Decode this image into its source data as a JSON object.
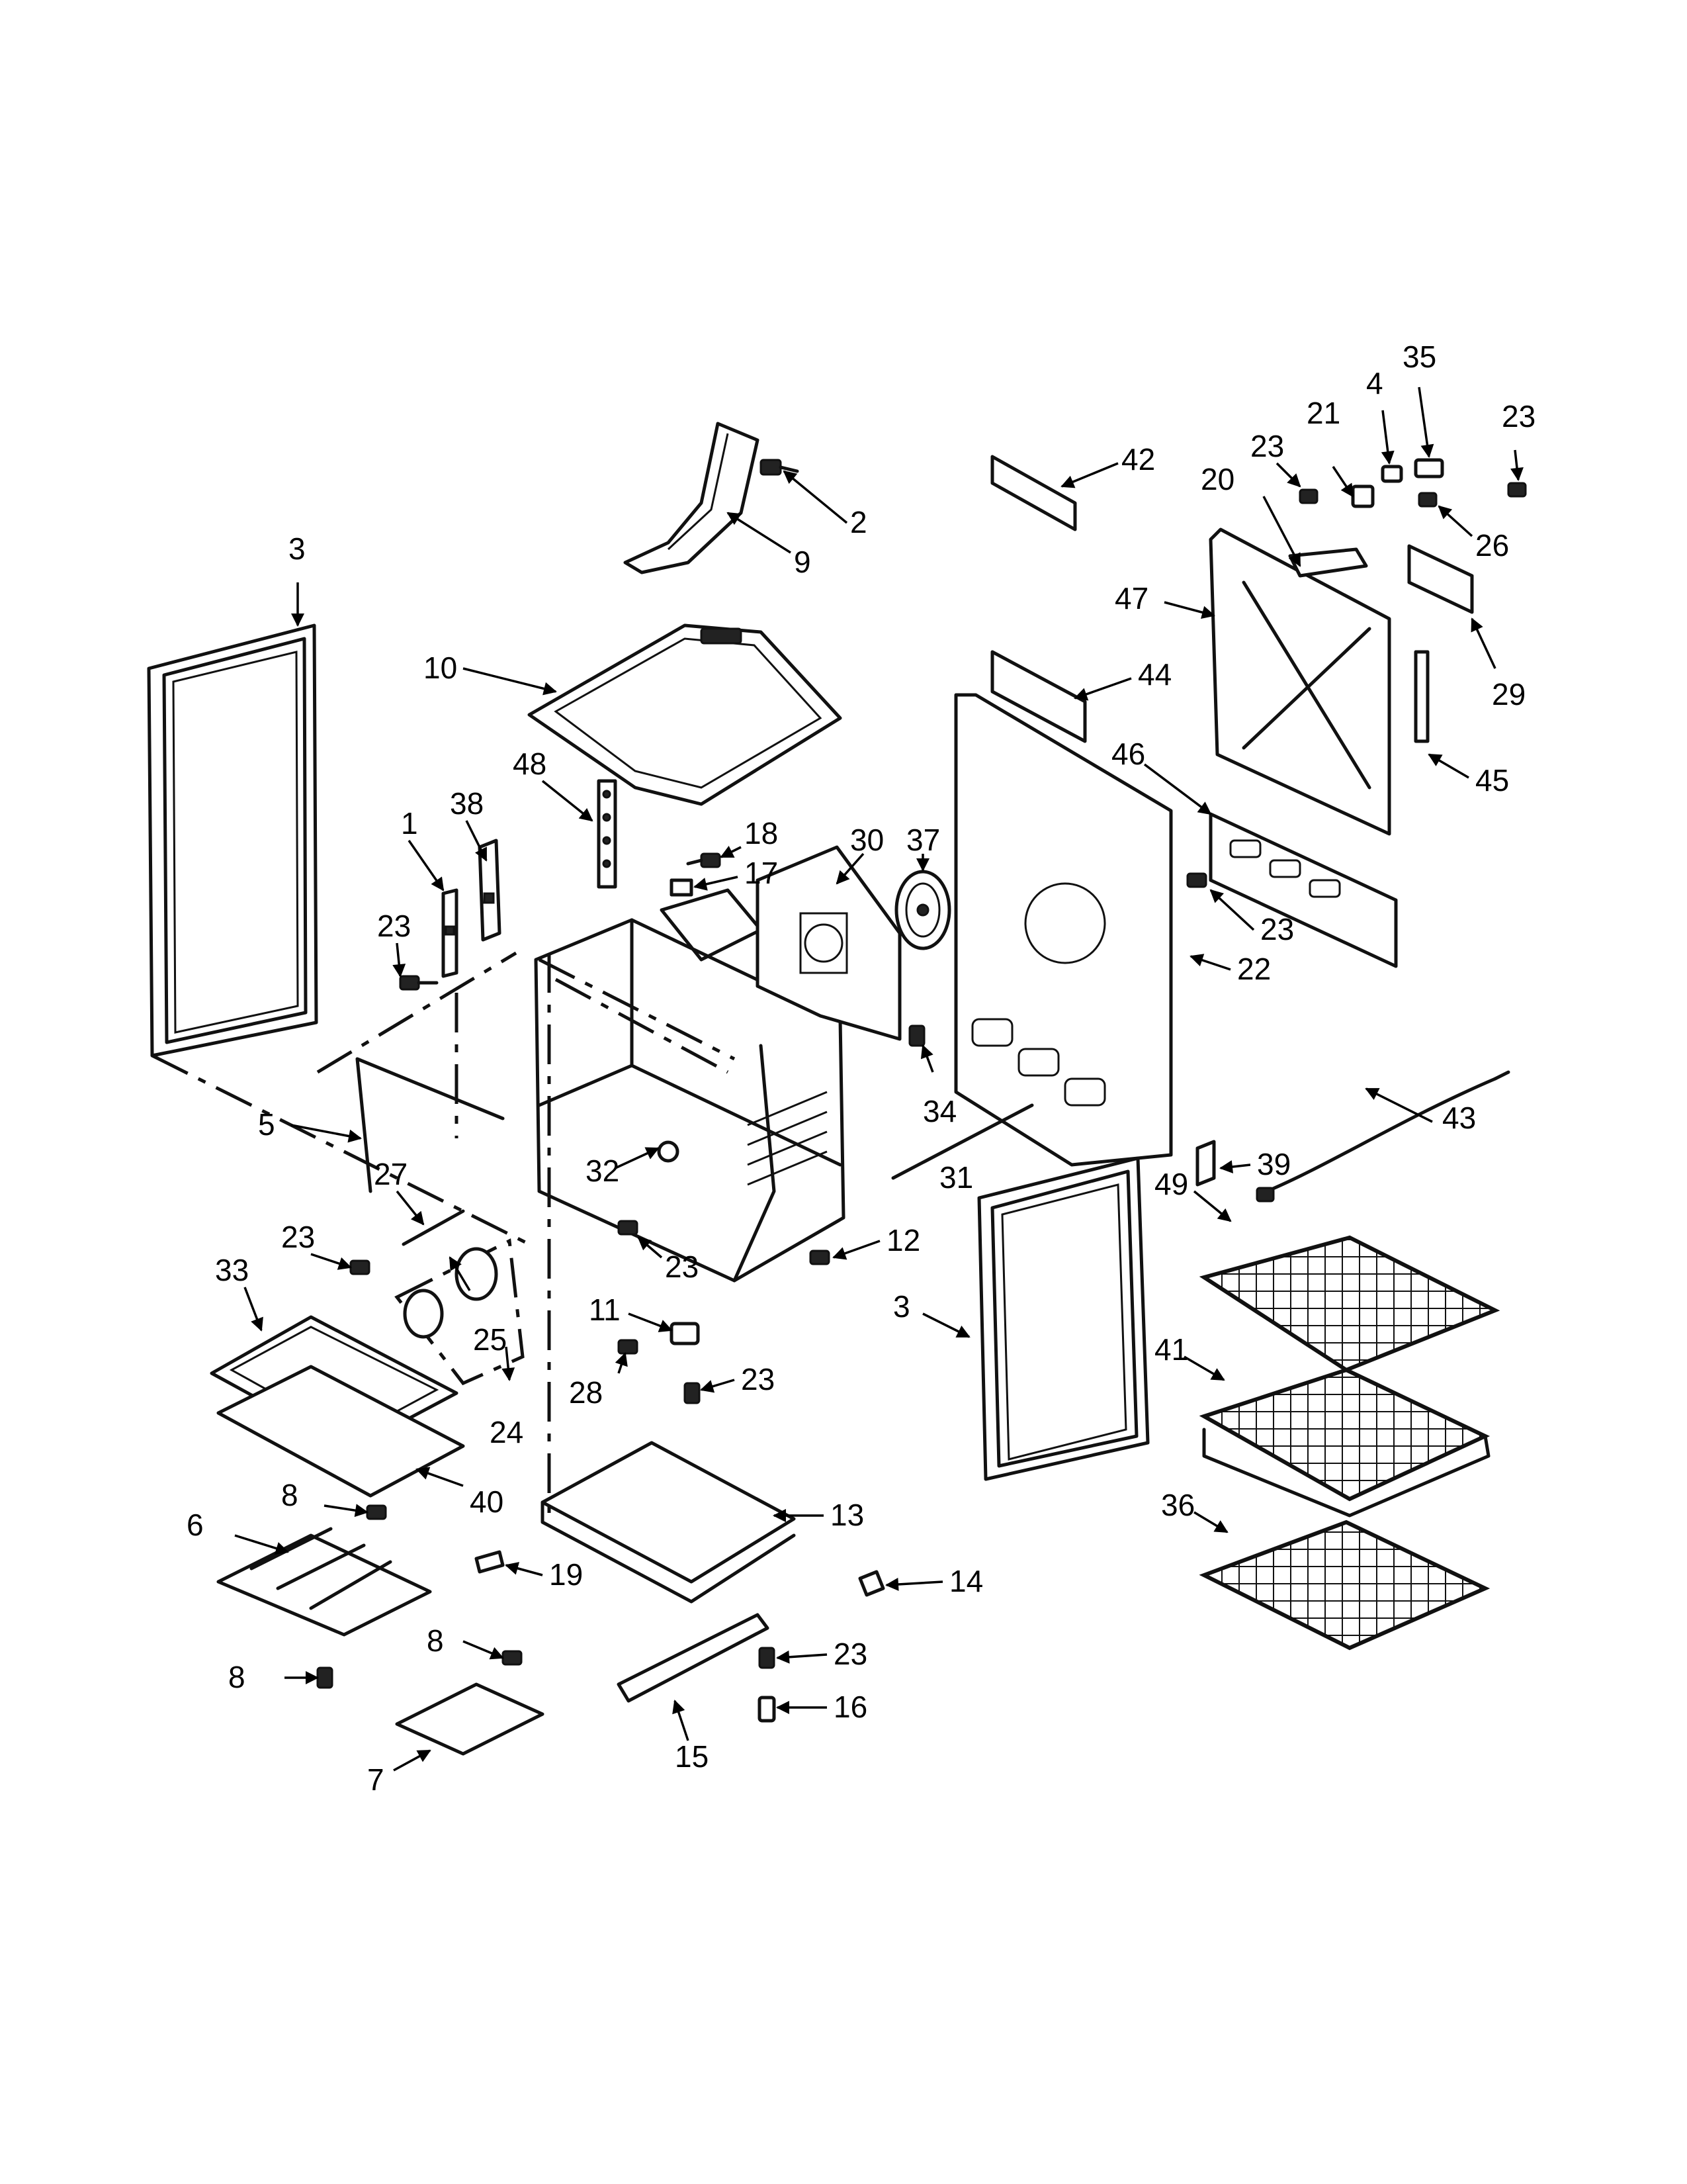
{
  "labels": {
    "l1": "1",
    "l2": "2",
    "l3a": "3",
    "l3b": "3",
    "l4": "4",
    "l5": "5",
    "l6": "6",
    "l7": "7",
    "l8a": "8",
    "l8b": "8",
    "l8c": "8",
    "l9": "9",
    "l10": "10",
    "l11": "11",
    "l12": "12",
    "l13": "13",
    "l14": "14",
    "l15": "15",
    "l16": "16",
    "l17": "17",
    "l18": "18",
    "l19": "19",
    "l20": "20",
    "l21": "21",
    "l22": "22",
    "l23a": "23",
    "l23b": "23",
    "l23c": "23",
    "l23d": "23",
    "l23e": "23",
    "l23f": "23",
    "l23g": "23",
    "l23h": "23",
    "l24": "24",
    "l25": "25",
    "l26": "26",
    "l27": "27",
    "l28": "28",
    "l29": "29",
    "l30": "30",
    "l31": "31",
    "l32": "32",
    "l33": "33",
    "l34": "34",
    "l35": "35",
    "l36": "36",
    "l37": "37",
    "l38": "38",
    "l39": "39",
    "l40": "40",
    "l41": "41",
    "l42": "42",
    "l43": "43",
    "l44": "44",
    "l45": "45",
    "l46": "46",
    "l47": "47",
    "l48": "48",
    "l49": "49"
  }
}
